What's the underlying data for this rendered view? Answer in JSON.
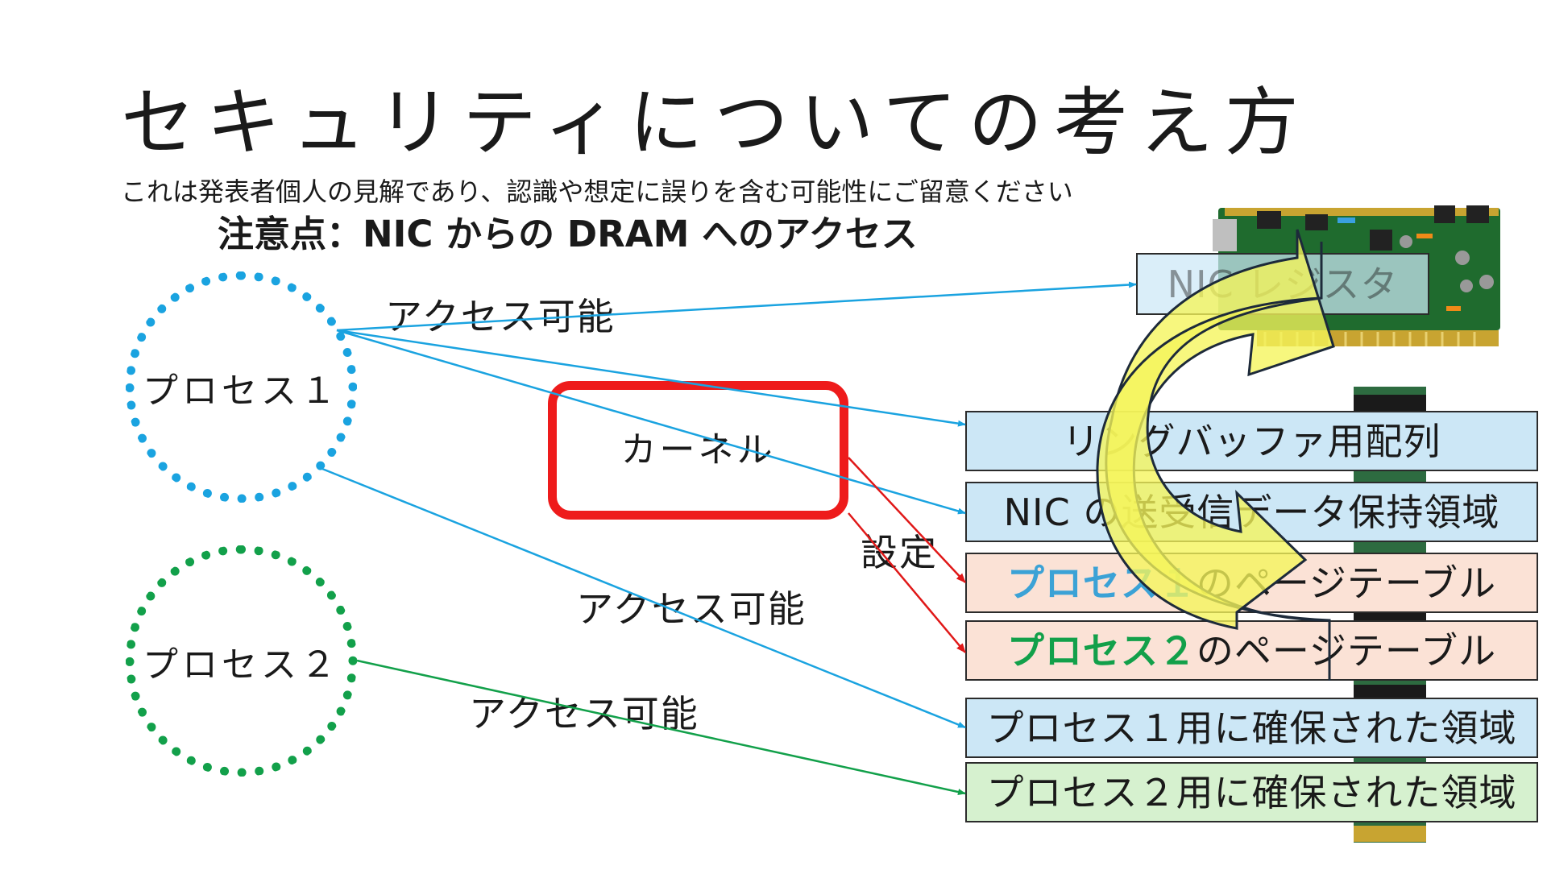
{
  "title": "セキュリティについての考え方",
  "subtitle": "これは発表者個人の見解であり、認識や想定に誤りを含む可能性にご留意ください",
  "heading": "注意点：NIC からの DRAM へのアクセス",
  "nodes": {
    "process1": "プロセス１",
    "process2": "プロセス２",
    "kernel": "カーネル"
  },
  "edge_labels": {
    "p1_access_top": "アクセス可能",
    "p1_access_mid": "アクセス可能",
    "p2_access": "アクセス可能",
    "kernel_config": "設定"
  },
  "memory_boxes": {
    "nic_register": "NIC レジスタ",
    "ring_buffer": "リングバッファ用配列",
    "nic_data": "NIC の送受信データ保持領域",
    "p1_page_table": {
      "prefix": "プロセス１",
      "suffix": "のページテーブル"
    },
    "p2_page_table": {
      "prefix": "プロセス２",
      "suffix": "のページテーブル"
    },
    "p1_area": "プロセス１用に確保された領域",
    "p2_area": "プロセス２用に確保された領域"
  },
  "colors": {
    "process1": "#1aa3e0",
    "process2": "#12a04a",
    "kernel": "#ee1b1b",
    "arrow_fill": "#f5f55a",
    "box_blue": "#cce7f6",
    "box_peach": "#fbe2d6",
    "box_green": "#d6f1cf"
  }
}
